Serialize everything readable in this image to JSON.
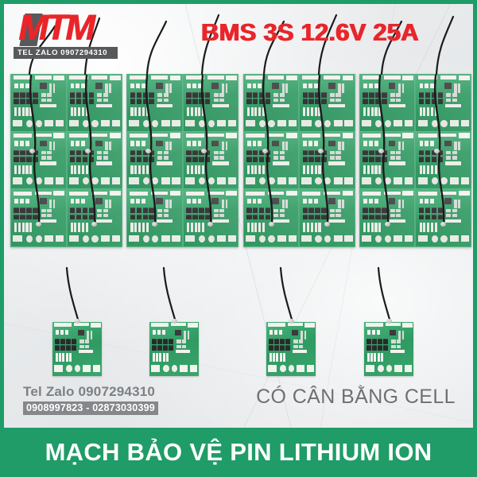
{
  "theme": {
    "brand_green": "#1f9c67",
    "brand_red": "#e8262a",
    "logo_gray": "#58595b",
    "text_gray": "#7e8084",
    "pcb_green": "#2f9a62",
    "background": "#e8eaec"
  },
  "header": {
    "logo_text": "MTM",
    "logo_tel": "TEL ZALO 0907294310",
    "headline": "BMS 3S 12.6V 25A"
  },
  "product": {
    "panel_count": 4,
    "boards_per_panel": 6,
    "single_board_count": 4
  },
  "footer": {
    "contact_line1": "Tel Zalo 0907294310",
    "contact_line2": "0908997823 - 02873030399",
    "tagline": "CÓ CÂN BẰNG CELL"
  },
  "banner": {
    "text": "MẠCH BẢO VỆ PIN LITHIUM ION"
  }
}
